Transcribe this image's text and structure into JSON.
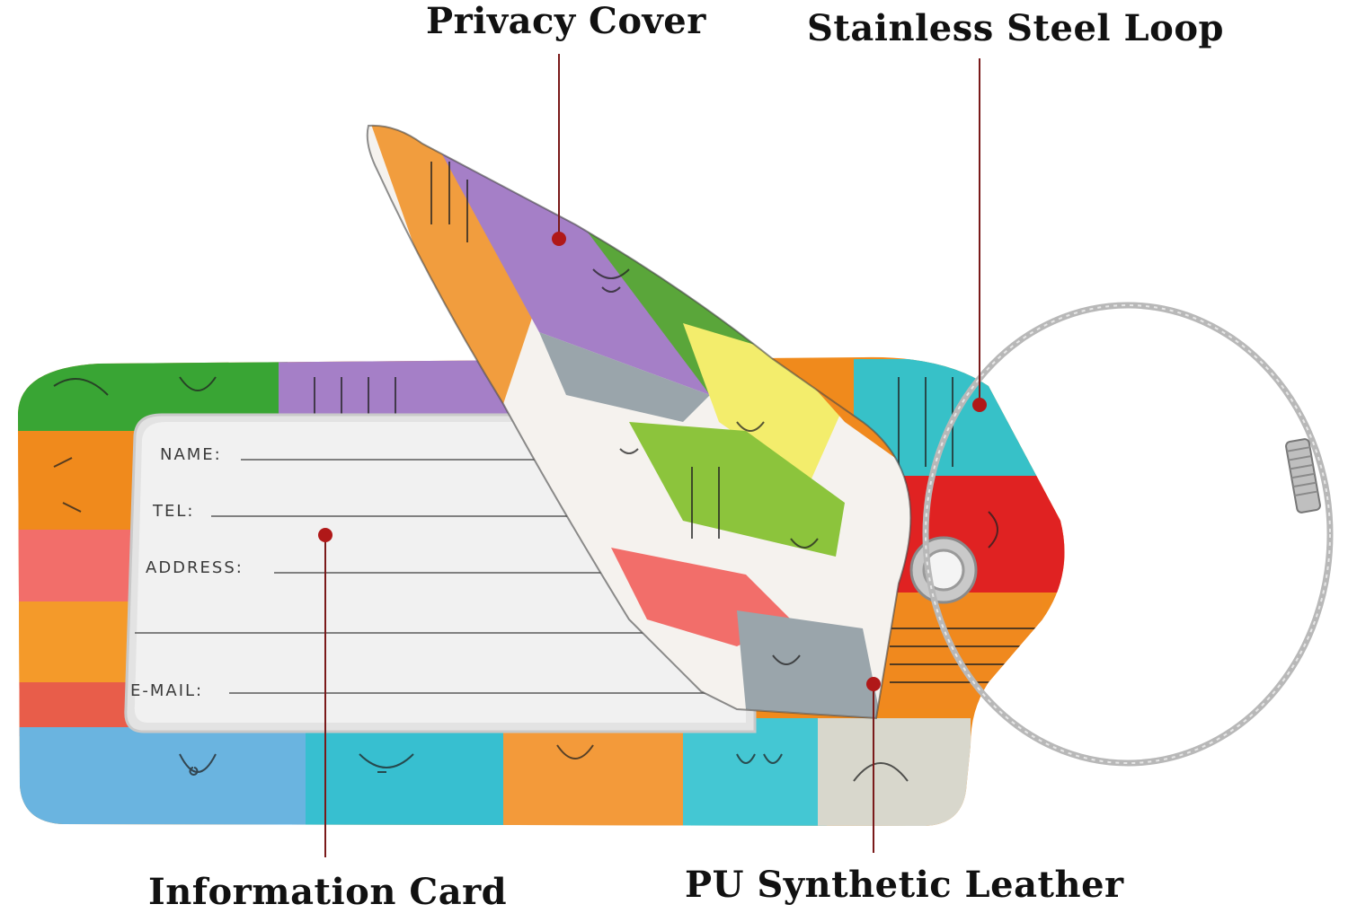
{
  "labels": {
    "privacy_cover": "Privacy Cover",
    "stainless_steel_loop": "Stainless Steel Loop",
    "information_card": "Information Card",
    "pu_synthetic_leather": "PU Synthetic Leather"
  },
  "card_fields": {
    "name": "NAME:",
    "tel": "TEL:",
    "address": "ADDRESS:",
    "email": "E-MAIL:"
  },
  "colors": {
    "marker": "#b01818",
    "leader_line": "#7a1a1a",
    "wire": "#b8b8b8"
  }
}
